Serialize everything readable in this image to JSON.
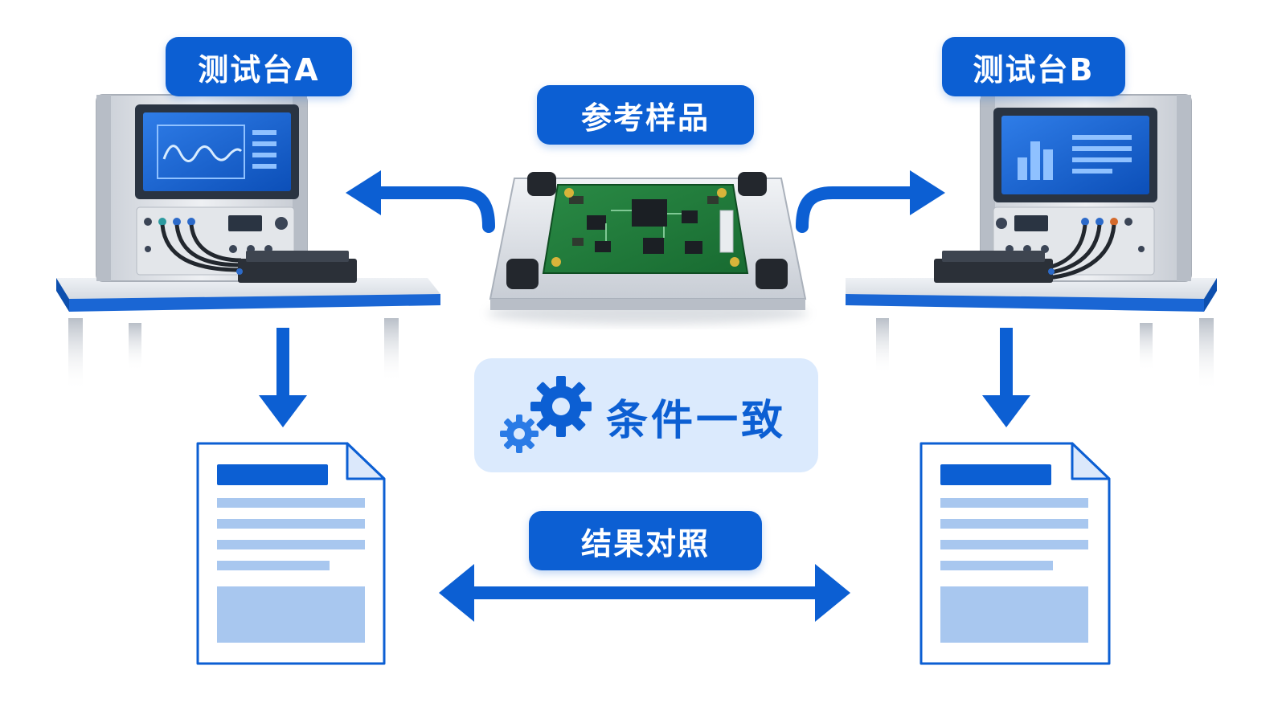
{
  "labels": {
    "bench_a": "测试台A",
    "bench_b": "测试台B",
    "reference_sample": "参考样品",
    "same_conditions": "条件一致",
    "result_comparison": "结果对照"
  },
  "icons": {
    "conditions": "gears-icon",
    "bench_a_screen": "waveform-icon",
    "bench_b_screen": "bar-chart-icon",
    "report": "document-icon"
  },
  "colors": {
    "accent": "#0c5fd3",
    "accent_light": "#dbeafd",
    "pcb_green": "#1f7a3a",
    "equipment_gray": "#d9dde3"
  }
}
